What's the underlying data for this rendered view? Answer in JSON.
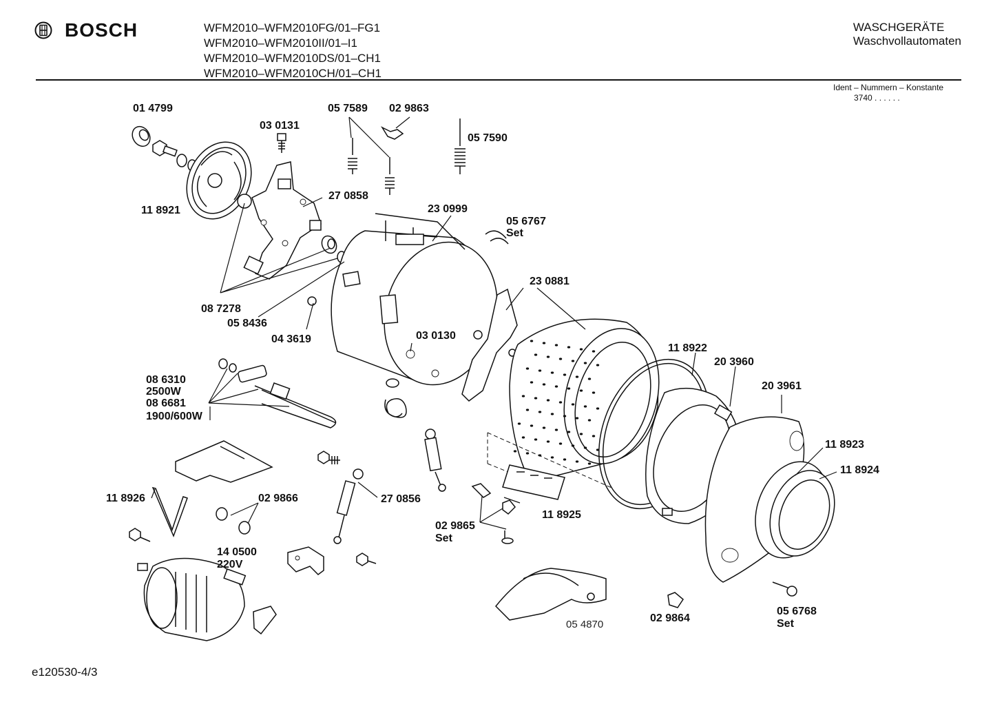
{
  "header": {
    "brand": "BOSCH",
    "models": [
      "WFM2010–WFM2010FG/01–FG1",
      "WFM2010–WFM2010II/01–I1",
      "WFM2010–WFM2010DS/01–CH1",
      "WFM2010–WFM2010CH/01–CH1"
    ],
    "category_line1": "WASCHGERÄTE",
    "category_line2": "Waschvollautomaten",
    "ident_label": "Ident – Nummern – Konstante",
    "ident_value": "3740  .  .  .  .  .  ."
  },
  "footer": {
    "code": "e120530-4/3"
  },
  "parts": {
    "p014799": "01 4799",
    "p030131": "03 0131",
    "p057589": "05 7589",
    "p029863": "02 9863",
    "p057590": "05 7590",
    "p118921": "11 8921",
    "p270858": "27 0858",
    "p230999": "23 0999",
    "p056767": "05 6767",
    "p056767_note": "Set",
    "p087278": "08 7278",
    "p058436": "05 8436",
    "p043619": "04 3619",
    "p230881": "23 0881",
    "p030130": "03 0130",
    "p118922": "11 8922",
    "p203960": "20 3960",
    "p203961": "20 3961",
    "p086310": "08 6310",
    "p086310_note": "2500W",
    "p086681": "08 6681",
    "p086681_note": "1900/600W",
    "p118923": "11 8923",
    "p118924": "11 8924",
    "p118926": "11 8926",
    "p029866": "02 9866",
    "p270856": "27 0856",
    "p118925": "11 8925",
    "p029865": "02 9865",
    "p029865_note": "Set",
    "p140500": "14 0500",
    "p140500_note": "220V",
    "p054870": "05 4870",
    "p029864": "02 9864",
    "p056768": "05 6768",
    "p056768_note": "Set"
  }
}
